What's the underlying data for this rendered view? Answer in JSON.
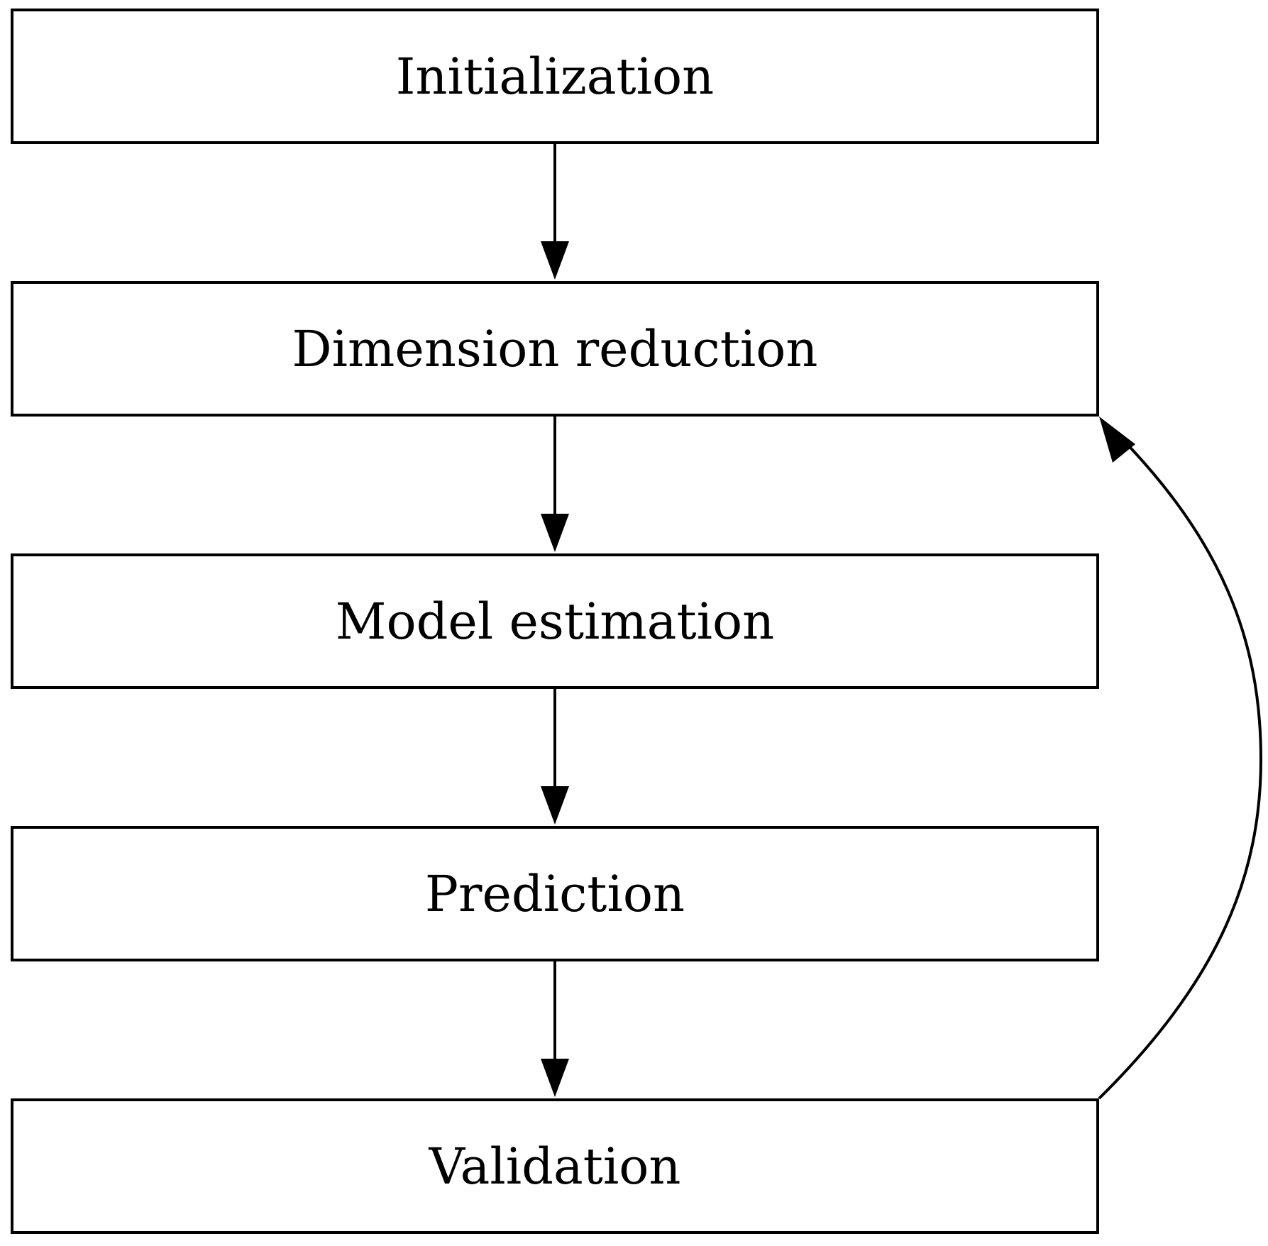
{
  "diagram": {
    "steps": [
      {
        "label": "Initialization"
      },
      {
        "label": "Dimension reduction"
      },
      {
        "label": "Model estimation"
      },
      {
        "label": "Prediction"
      },
      {
        "label": "Validation"
      }
    ],
    "edges": [
      {
        "from": "Initialization",
        "to": "Dimension reduction"
      },
      {
        "from": "Dimension reduction",
        "to": "Model estimation"
      },
      {
        "from": "Model estimation",
        "to": "Prediction"
      },
      {
        "from": "Prediction",
        "to": "Validation"
      },
      {
        "from": "Validation",
        "to": "Dimension reduction",
        "kind": "feedback-loop"
      }
    ],
    "colors": {
      "stroke": "#000000",
      "background": "#ffffff"
    }
  }
}
